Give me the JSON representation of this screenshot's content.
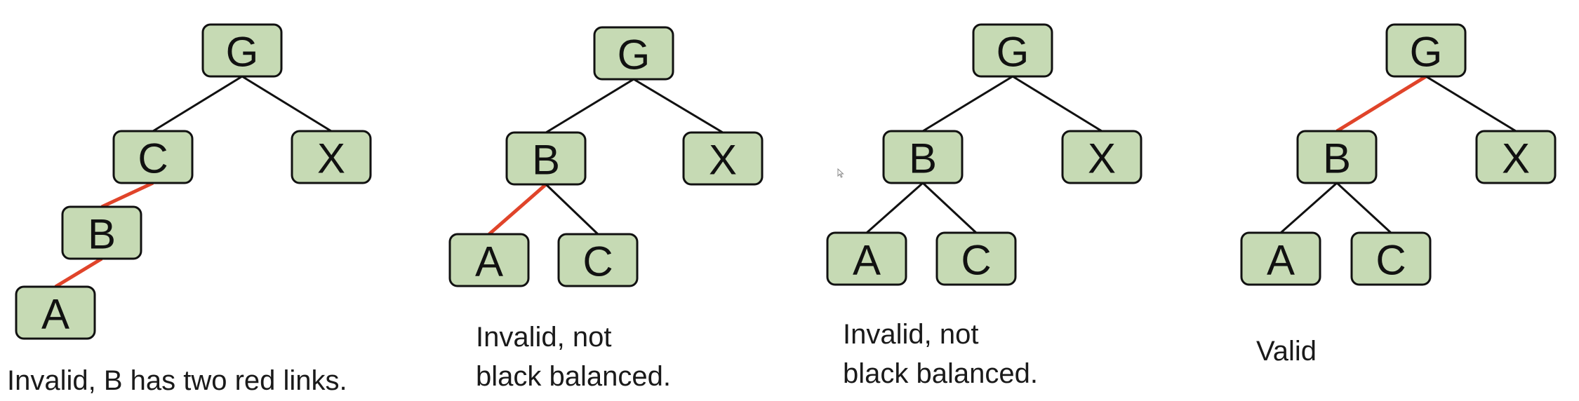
{
  "colors": {
    "node_fill": "#c6dab4",
    "black_link": "#111111",
    "red_link": "#e0442a"
  },
  "trees": [
    {
      "nodes": [
        {
          "id": "G",
          "label": "G"
        },
        {
          "id": "C",
          "label": "C"
        },
        {
          "id": "X",
          "label": "X"
        },
        {
          "id": "B",
          "label": "B"
        },
        {
          "id": "A",
          "label": "A"
        }
      ],
      "links": [
        {
          "from": "G",
          "to": "C",
          "color": "black"
        },
        {
          "from": "G",
          "to": "X",
          "color": "black"
        },
        {
          "from": "C",
          "to": "B",
          "color": "red"
        },
        {
          "from": "B",
          "to": "A",
          "color": "red"
        }
      ],
      "caption": [
        "Invalid, B has two red links."
      ]
    },
    {
      "nodes": [
        {
          "id": "G",
          "label": "G"
        },
        {
          "id": "B",
          "label": "B"
        },
        {
          "id": "X",
          "label": "X"
        },
        {
          "id": "A",
          "label": "A"
        },
        {
          "id": "C",
          "label": "C"
        }
      ],
      "links": [
        {
          "from": "G",
          "to": "B",
          "color": "black"
        },
        {
          "from": "G",
          "to": "X",
          "color": "black"
        },
        {
          "from": "B",
          "to": "A",
          "color": "red"
        },
        {
          "from": "B",
          "to": "C",
          "color": "black"
        }
      ],
      "caption": [
        "Invalid, not",
        "black balanced."
      ]
    },
    {
      "nodes": [
        {
          "id": "G",
          "label": "G"
        },
        {
          "id": "B",
          "label": "B"
        },
        {
          "id": "X",
          "label": "X"
        },
        {
          "id": "A",
          "label": "A"
        },
        {
          "id": "C",
          "label": "C"
        }
      ],
      "links": [
        {
          "from": "G",
          "to": "B",
          "color": "black"
        },
        {
          "from": "G",
          "to": "X",
          "color": "black"
        },
        {
          "from": "B",
          "to": "A",
          "color": "black"
        },
        {
          "from": "B",
          "to": "C",
          "color": "black"
        }
      ],
      "caption": [
        "Invalid, not",
        "black balanced."
      ]
    },
    {
      "nodes": [
        {
          "id": "G",
          "label": "G"
        },
        {
          "id": "B",
          "label": "B"
        },
        {
          "id": "X",
          "label": "X"
        },
        {
          "id": "A",
          "label": "A"
        },
        {
          "id": "C",
          "label": "C"
        }
      ],
      "links": [
        {
          "from": "G",
          "to": "B",
          "color": "red"
        },
        {
          "from": "G",
          "to": "X",
          "color": "black"
        },
        {
          "from": "B",
          "to": "A",
          "color": "black"
        },
        {
          "from": "B",
          "to": "C",
          "color": "black"
        }
      ],
      "caption": [
        "Valid"
      ]
    }
  ]
}
